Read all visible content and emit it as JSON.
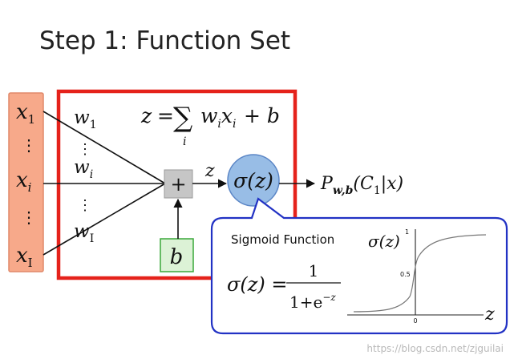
{
  "title": "Step 1: Function Set",
  "inputs": {
    "x_symbol": "x",
    "subscripts": [
      "1",
      "i",
      "I"
    ],
    "ellipsis": "⋮"
  },
  "weights": {
    "w_symbol": "w",
    "subscripts": [
      "1",
      "i",
      "I"
    ],
    "ellipsis": "⋮"
  },
  "formula_z": {
    "lhs": "z",
    "equals": "=",
    "sum": "∑",
    "index": "i",
    "w": "w",
    "w_sub": "i",
    "x": "x",
    "x_sub": "i",
    "plus_b": "+ b"
  },
  "adder": {
    "symbol": "+"
  },
  "bias": {
    "label": "b"
  },
  "z_label": "z",
  "sigma_node": {
    "sigma": "σ",
    "arg": "(z)"
  },
  "output": {
    "p": "P",
    "sub": "w,b",
    "args": "(C",
    "c_sub": "1",
    "tail": "|x)"
  },
  "sigmoid_callout": {
    "heading": "Sigmoid Function",
    "lhs": "σ(z) =",
    "numerator": "1",
    "denominator": "1+e",
    "exponent": "−z",
    "plot_label": "σ(z)",
    "ytick_top": "1",
    "ytick_mid": "0.5",
    "xtick_zero": "0",
    "axis_z": "z"
  },
  "colors": {
    "input_fill": "#f7a98a",
    "input_border": "#e0896a",
    "function_box": "#e5221b",
    "sigma_fill": "#98bde6",
    "sigma_border": "#5b86c6",
    "bias_fill": "#dcf2d6",
    "bias_border": "#3aa83a",
    "callout_border": "#2232c4",
    "adder_fill": "#c6c6c6"
  },
  "watermark": "https://blog.csdn.net/zjguilai"
}
